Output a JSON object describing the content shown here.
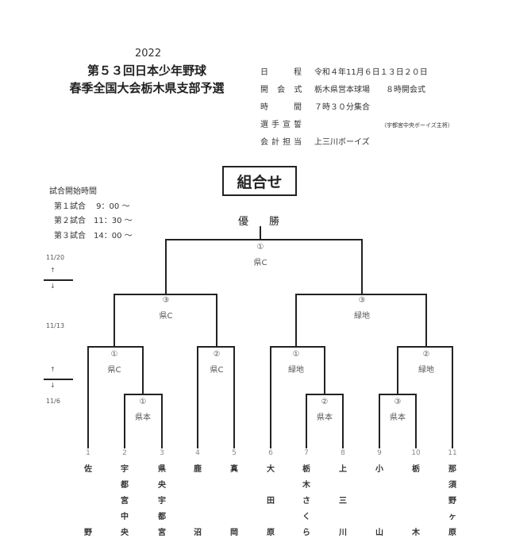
{
  "year": "2022",
  "title_line1": "第５３回日本少年野球",
  "title_line2": "春季全国大会栃木県支部予選",
  "info": [
    {
      "label": "日　　程",
      "value": "令和４年11月６日１３日２０日"
    },
    {
      "label": "開 会 式",
      "value": "栃木県営本球場　　８時開会式"
    },
    {
      "label": "時　　間",
      "value": "７時３０分集合"
    },
    {
      "label": "選手宣誓",
      "value": "（宇都宮中央ボーイズ主将）"
    },
    {
      "label": "会計担当",
      "value": "上三川ボーイズ"
    }
  ],
  "heading": "組合せ",
  "schedule": {
    "title": "試合開始時間",
    "games": [
      "第１試合　 9：00 〜",
      "第２試合　11：30 〜",
      "第３試合　14：00 〜"
    ]
  },
  "champion": "優　　勝",
  "dates": [
    "11/20",
    "11/13",
    "11/6"
  ],
  "arrows": [
    "↑",
    "↓",
    "↑",
    "↓"
  ],
  "matches": {
    "final": {
      "no": "①",
      "venue": "県C"
    },
    "semi_left": {
      "no": "③",
      "venue": "県C"
    },
    "semi_right": {
      "no": "③",
      "venue": "緑地"
    },
    "qf1": {
      "no": "①",
      "venue": "県C"
    },
    "qf2": {
      "no": "②",
      "venue": "県C"
    },
    "qf3": {
      "no": "①",
      "venue": "緑地"
    },
    "qf4": {
      "no": "②",
      "venue": "緑地"
    },
    "r1a": {
      "no": "①",
      "venue": "県本"
    },
    "r1b": {
      "no": "②",
      "venue": "県本"
    },
    "r1c": {
      "no": "③",
      "venue": "県本"
    }
  },
  "teams": [
    {
      "no": "1",
      "name": [
        "佐",
        "",
        "",
        "",
        "野"
      ]
    },
    {
      "no": "2",
      "name": [
        "宇",
        "都",
        "宮",
        "中",
        "央"
      ]
    },
    {
      "no": "3",
      "name": [
        "県",
        "央",
        "宇",
        "都",
        "宮"
      ]
    },
    {
      "no": "4",
      "name": [
        "鹿",
        "",
        "",
        "",
        "沼"
      ]
    },
    {
      "no": "5",
      "name": [
        "真",
        "",
        "",
        "",
        "岡"
      ]
    },
    {
      "no": "6",
      "name": [
        "大",
        "",
        "田",
        "",
        "原"
      ]
    },
    {
      "no": "7",
      "name": [
        "栃",
        "木",
        "さ",
        "く",
        "ら"
      ]
    },
    {
      "no": "8",
      "name": [
        "上",
        "",
        "三",
        "",
        "川"
      ]
    },
    {
      "no": "9",
      "name": [
        "小",
        "",
        "",
        "",
        "山"
      ]
    },
    {
      "no": "10",
      "name": [
        "栃",
        "",
        "",
        "",
        "木"
      ]
    },
    {
      "no": "11",
      "name": [
        "那",
        "須",
        "野",
        "ヶ",
        "原"
      ]
    }
  ]
}
